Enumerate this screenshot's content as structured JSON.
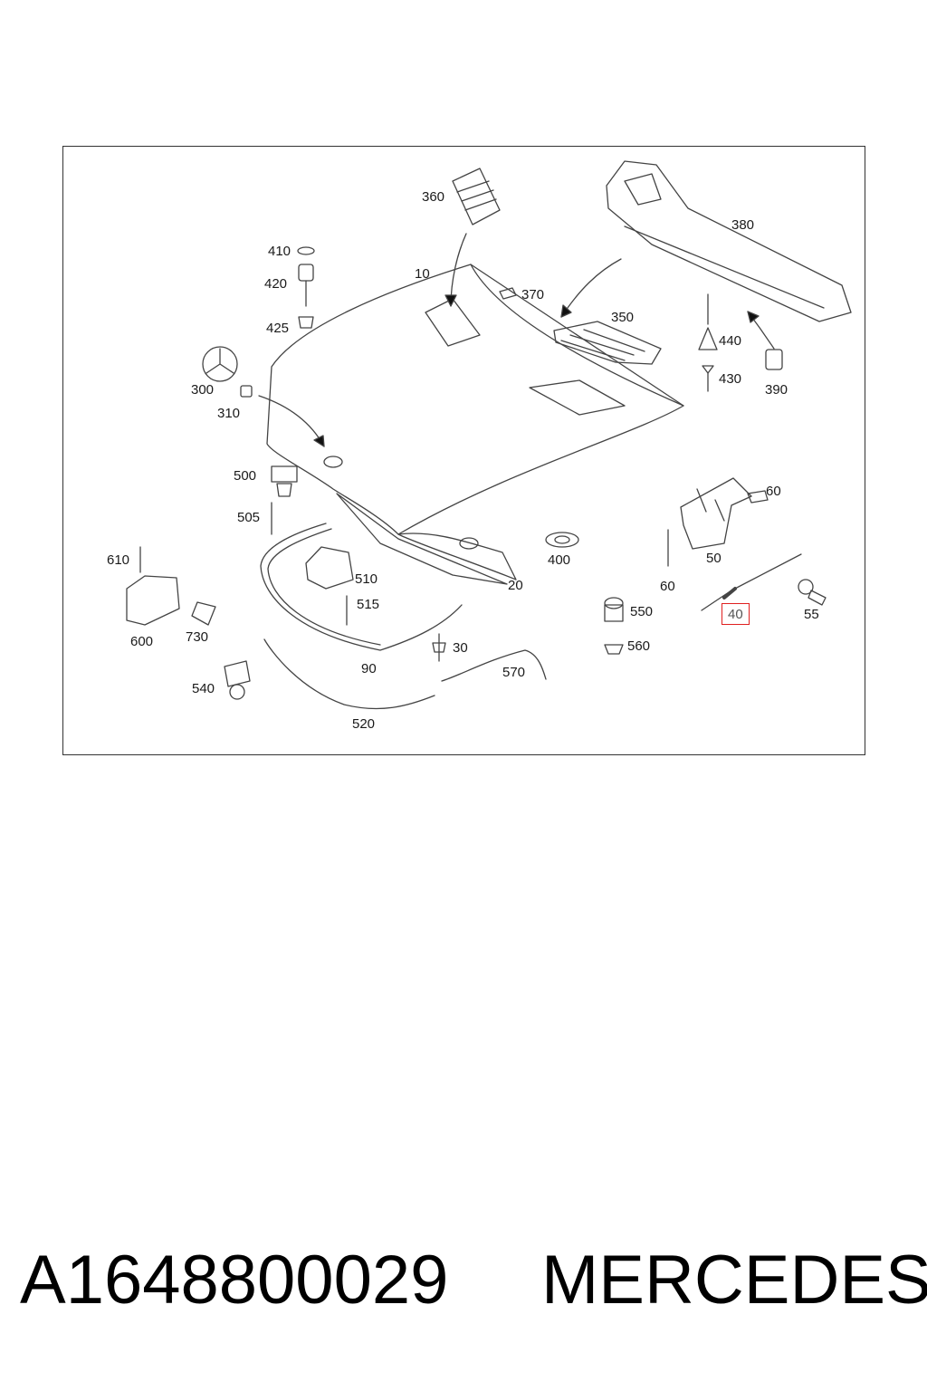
{
  "diagram": {
    "callouts": [
      {
        "id": "360",
        "label": "360"
      },
      {
        "id": "380",
        "label": "380"
      },
      {
        "id": "410",
        "label": "410"
      },
      {
        "id": "420",
        "label": "420"
      },
      {
        "id": "425",
        "label": "425"
      },
      {
        "id": "10",
        "label": "10"
      },
      {
        "id": "370",
        "label": "370"
      },
      {
        "id": "350",
        "label": "350"
      },
      {
        "id": "440",
        "label": "440"
      },
      {
        "id": "430",
        "label": "430"
      },
      {
        "id": "390",
        "label": "390"
      },
      {
        "id": "300",
        "label": "300"
      },
      {
        "id": "310",
        "label": "310"
      },
      {
        "id": "500",
        "label": "500"
      },
      {
        "id": "505",
        "label": "505"
      },
      {
        "id": "60a",
        "label": "60"
      },
      {
        "id": "50",
        "label": "50"
      },
      {
        "id": "60b",
        "label": "60"
      },
      {
        "id": "400",
        "label": "400"
      },
      {
        "id": "610",
        "label": "610"
      },
      {
        "id": "510",
        "label": "510"
      },
      {
        "id": "20",
        "label": "20"
      },
      {
        "id": "515",
        "label": "515"
      },
      {
        "id": "550",
        "label": "550"
      },
      {
        "id": "40",
        "label": "40"
      },
      {
        "id": "55",
        "label": "55"
      },
      {
        "id": "600",
        "label": "600"
      },
      {
        "id": "730",
        "label": "730"
      },
      {
        "id": "30",
        "label": "30"
      },
      {
        "id": "560",
        "label": "560"
      },
      {
        "id": "90",
        "label": "90"
      },
      {
        "id": "570",
        "label": "570"
      },
      {
        "id": "540",
        "label": "540"
      },
      {
        "id": "520",
        "label": "520"
      }
    ],
    "highlighted_callout": "40"
  },
  "caption": {
    "part_number": "A1648800029",
    "brand": "MERCEDES"
  },
  "colors": {
    "highlight": "#e02020",
    "line": "#333333"
  }
}
